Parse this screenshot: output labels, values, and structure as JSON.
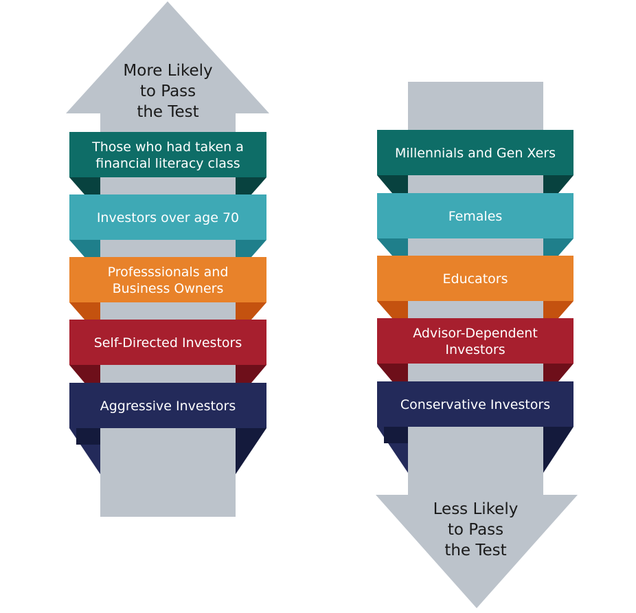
{
  "left": {
    "arrow_label": [
      "More Likely",
      "to Pass",
      "the Test"
    ],
    "bands": [
      {
        "lines": [
          "Those who had taken a",
          "financial literacy class"
        ],
        "color": "#0e6d67",
        "fold": "#08423f"
      },
      {
        "lines": [
          "Investors over age 70"
        ],
        "color": "#3ea9b5",
        "fold": "#1f7f8b"
      },
      {
        "lines": [
          "Professsionals and",
          "Business Owners"
        ],
        "color": "#e8822a",
        "fold": "#c4520f"
      },
      {
        "lines": [
          "Self-Directed Investors"
        ],
        "color": "#a71f2e",
        "fold": "#6e0f1a"
      },
      {
        "lines": [
          "Aggressive Investors"
        ],
        "color": "#232a5a",
        "fold": "#141a3c"
      }
    ]
  },
  "right": {
    "arrow_label": [
      "Less Likely",
      "to Pass",
      "the Test"
    ],
    "bands": [
      {
        "lines": [
          "Millennials and Gen Xers"
        ],
        "color": "#0e6d67",
        "fold": "#08423f"
      },
      {
        "lines": [
          "Females"
        ],
        "color": "#3ea9b5",
        "fold": "#1f7f8b"
      },
      {
        "lines": [
          "Educators"
        ],
        "color": "#e8822a",
        "fold": "#c4520f"
      },
      {
        "lines": [
          "Advisor-Dependent",
          "Investors"
        ],
        "color": "#a71f2e",
        "fold": "#6e0f1a"
      },
      {
        "lines": [
          "Conservative Investors"
        ],
        "color": "#232a5a",
        "fold": "#141a3c"
      }
    ]
  },
  "arrow_color": "#bcc3cb"
}
